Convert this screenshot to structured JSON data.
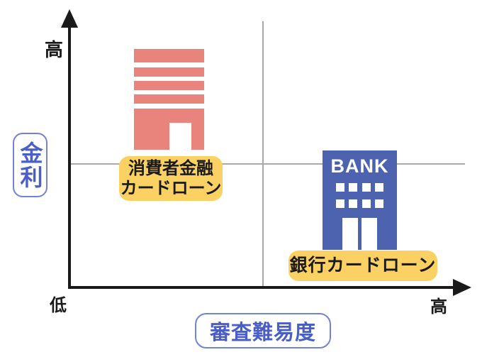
{
  "axes": {
    "y": {
      "label": "金利",
      "high": "高",
      "low": "低"
    },
    "x": {
      "label": "審査難易度",
      "high": "高"
    }
  },
  "items": [
    {
      "id": "consumer-finance-card-loan",
      "label_line1": "消費者金融",
      "label_line2": "カードローン",
      "position": "high-interest-low-screening-difficulty"
    },
    {
      "id": "bank-card-loan",
      "sign_text": "BANK",
      "label": "銀行カードローン",
      "position": "low-interest-high-screening-difficulty"
    }
  ],
  "colors": {
    "cf-building": "#E8847B",
    "bank-building": "#4D63AF",
    "bank-sign-text": "#FFFFFF",
    "badge-bg": "#FBD163",
    "badge-text": "#1A1A1A",
    "axis-title-text": "#4A5EC8",
    "axis-title-border": "#7283D6",
    "axis": "#1A1A1A",
    "gridline": "#A9A9A9"
  }
}
